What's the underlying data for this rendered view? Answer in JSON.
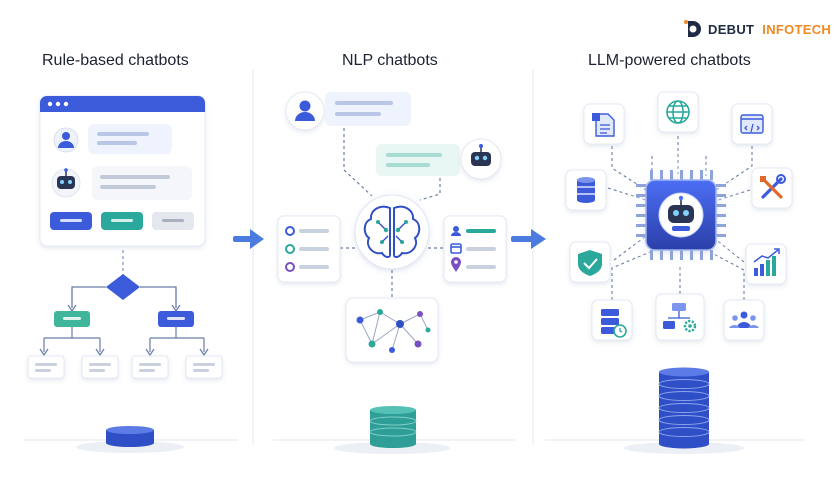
{
  "brand": {
    "name_part1": "DEBUT",
    "name_part2": "INFOTECH",
    "orange": "#f08a24",
    "navy": "#1f2a44"
  },
  "columns": [
    {
      "title": "Rule-based chatbots"
    },
    {
      "title": "NLP chatbots"
    },
    {
      "title": "LLM-powered chatbots"
    }
  ],
  "colors": {
    "primary_blue": "#3b5bdb",
    "teal": "#2aa89b",
    "card_border": "#e3e8f2",
    "connector": "#6b7da8",
    "stack_blue": "#2f4fc7",
    "stack_teal": "#2e9e97"
  },
  "icons": {
    "rule": [
      "window-icon",
      "user-icon",
      "robot-icon",
      "decision-diamond-icon"
    ],
    "nlp": [
      "user-icon",
      "robot-icon",
      "brain-icon",
      "network-graph-icon"
    ],
    "llm": [
      "document-icon",
      "globe-icon",
      "code-icon",
      "database-icon",
      "tools-icon",
      "shield-check-icon",
      "growth-chart-icon",
      "server-clock-icon",
      "workflow-gear-icon",
      "team-icon",
      "ai-chip-robot-icon"
    ]
  }
}
